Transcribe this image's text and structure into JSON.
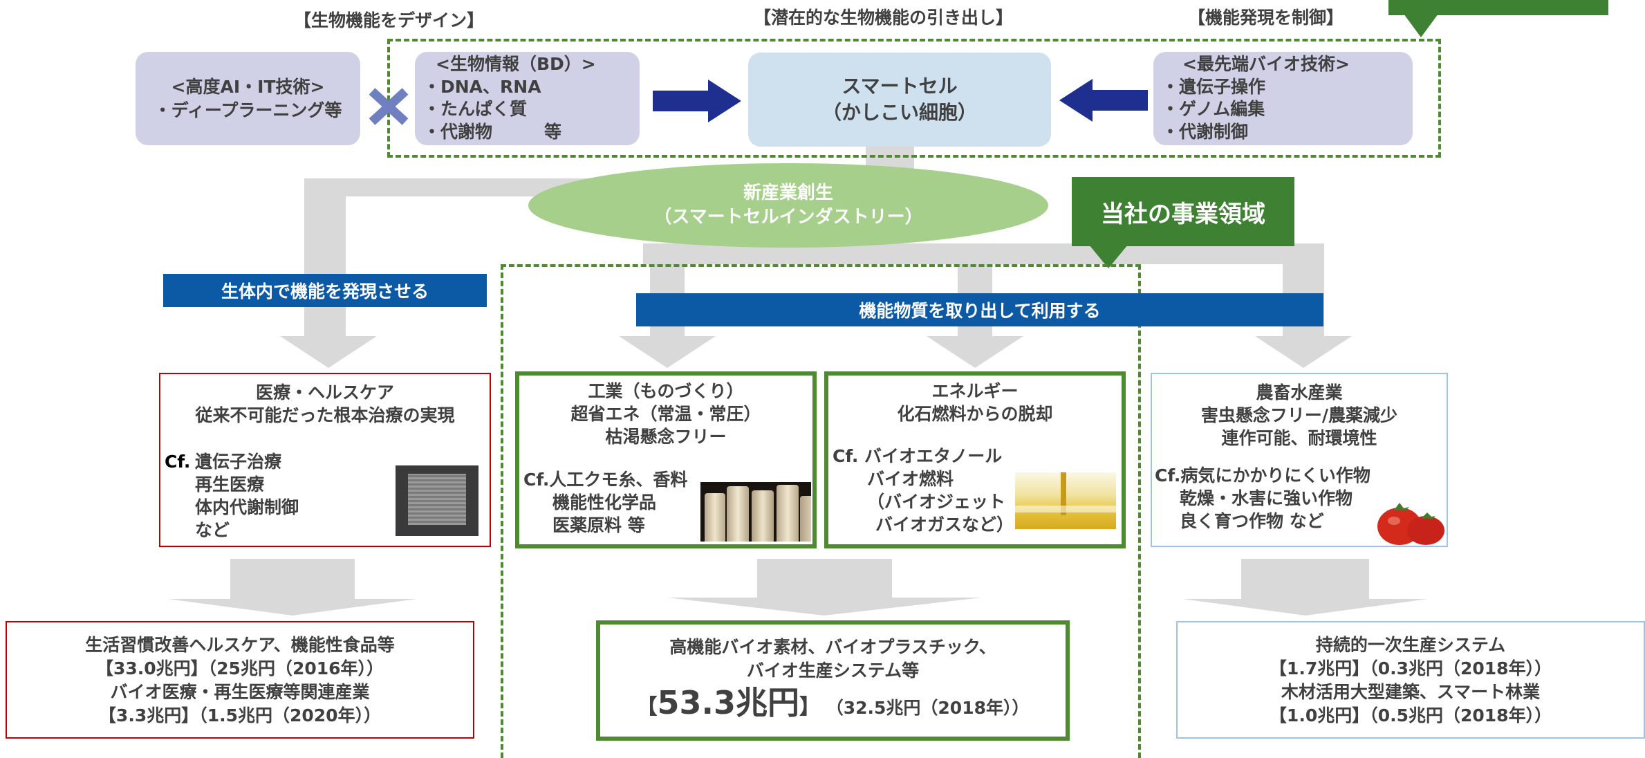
{
  "headers": {
    "design": "【生物機能をデザイン】",
    "extract": "【潜在的な生物機能の引き出し】",
    "control": "【機能発現を制御】"
  },
  "ai_box": {
    "line1": "<高度AI・IT技術>",
    "line2": "・ディープラーニング等"
  },
  "bd_box": {
    "line1": "<生物情報（BD）>",
    "line2": "・DNA、RNA",
    "line3": "・たんぱく質",
    "line4": "・代謝物　　　等"
  },
  "smart_cell": {
    "line1": "スマートセル",
    "line2": "（かしこい細胞）"
  },
  "biotech_box": {
    "line1": "<最先端バイオ技術>",
    "line2": "・遺伝子操作",
    "line3": "・ゲノム編集",
    "line4": "・代謝制御"
  },
  "new_industry": {
    "line1": "新産業創生",
    "line2": "（スマートセルインダストリー）"
  },
  "company_domain": "当社の事業領域",
  "label_in_body": "生体内で機能を発現させる",
  "label_extract": "機能物質を取り出して利用する",
  "medical": {
    "line1": "医療・ヘルスケア",
    "line2": "従来不可能だった根本治療の実現",
    "cf": "Cf.",
    "items": [
      "遺伝子治療",
      "再生医療",
      "体内代謝制御",
      "など"
    ]
  },
  "industry": {
    "line1": "工業（ものづくり）",
    "line2": "超省エネ（常温・常圧）",
    "line3": "枯渇懸念フリー",
    "cf_lines": [
      "Cf.人工クモ糸、香料",
      "機能性化学品",
      "医薬原料 等"
    ]
  },
  "energy": {
    "line1": "エネルギー",
    "line2": "化石燃料からの脱却",
    "cf_lines": [
      "Cf. バイオエタノール",
      "バイオ燃料",
      "（バイオジェット",
      "バイオガスなど）"
    ]
  },
  "agri": {
    "line1": "農畜水産業",
    "line2": "害虫懸念フリー/農薬減少",
    "line3": "連作可能、耐環境性",
    "cf_lines": [
      "Cf.病気にかかりにくい作物",
      "乾燥・水害に強い作物",
      "良く育つ作物 など"
    ]
  },
  "market_health": {
    "line1": "生活習慣改善ヘルスケア、機能性食品等",
    "line2": "【33.0兆円】（25兆円（2016年））",
    "line3": "バイオ医療・再生医療等関連産業",
    "line4": "【3.3兆円】（1.5兆円（2020年））"
  },
  "market_bio": {
    "line1": "高機能バイオ素材、バイオプラスチック、",
    "line2": "バイオ生産システム等",
    "open": "【",
    "big": "53.3兆円",
    "close": "】",
    "sub": "（32.5兆円（2018年））"
  },
  "market_agri": {
    "line1": "持続的一次生産システム",
    "line2": "【1.7兆円】（0.3兆円（2018年））",
    "line3": "木材活用大型建築、スマート林業",
    "line4": "【1.0兆円】（0.5兆円（2018年））"
  },
  "colors": {
    "green": "#4e8a30",
    "dark_green": "#3e8132",
    "blue_label": "#0c5aa6",
    "navy_arrow": "#1f2f8f",
    "red": "#c00000",
    "light_blue": "#9dc3e6",
    "purple": "#d0d0e6",
    "gray_flow": "#d9d9d9"
  }
}
